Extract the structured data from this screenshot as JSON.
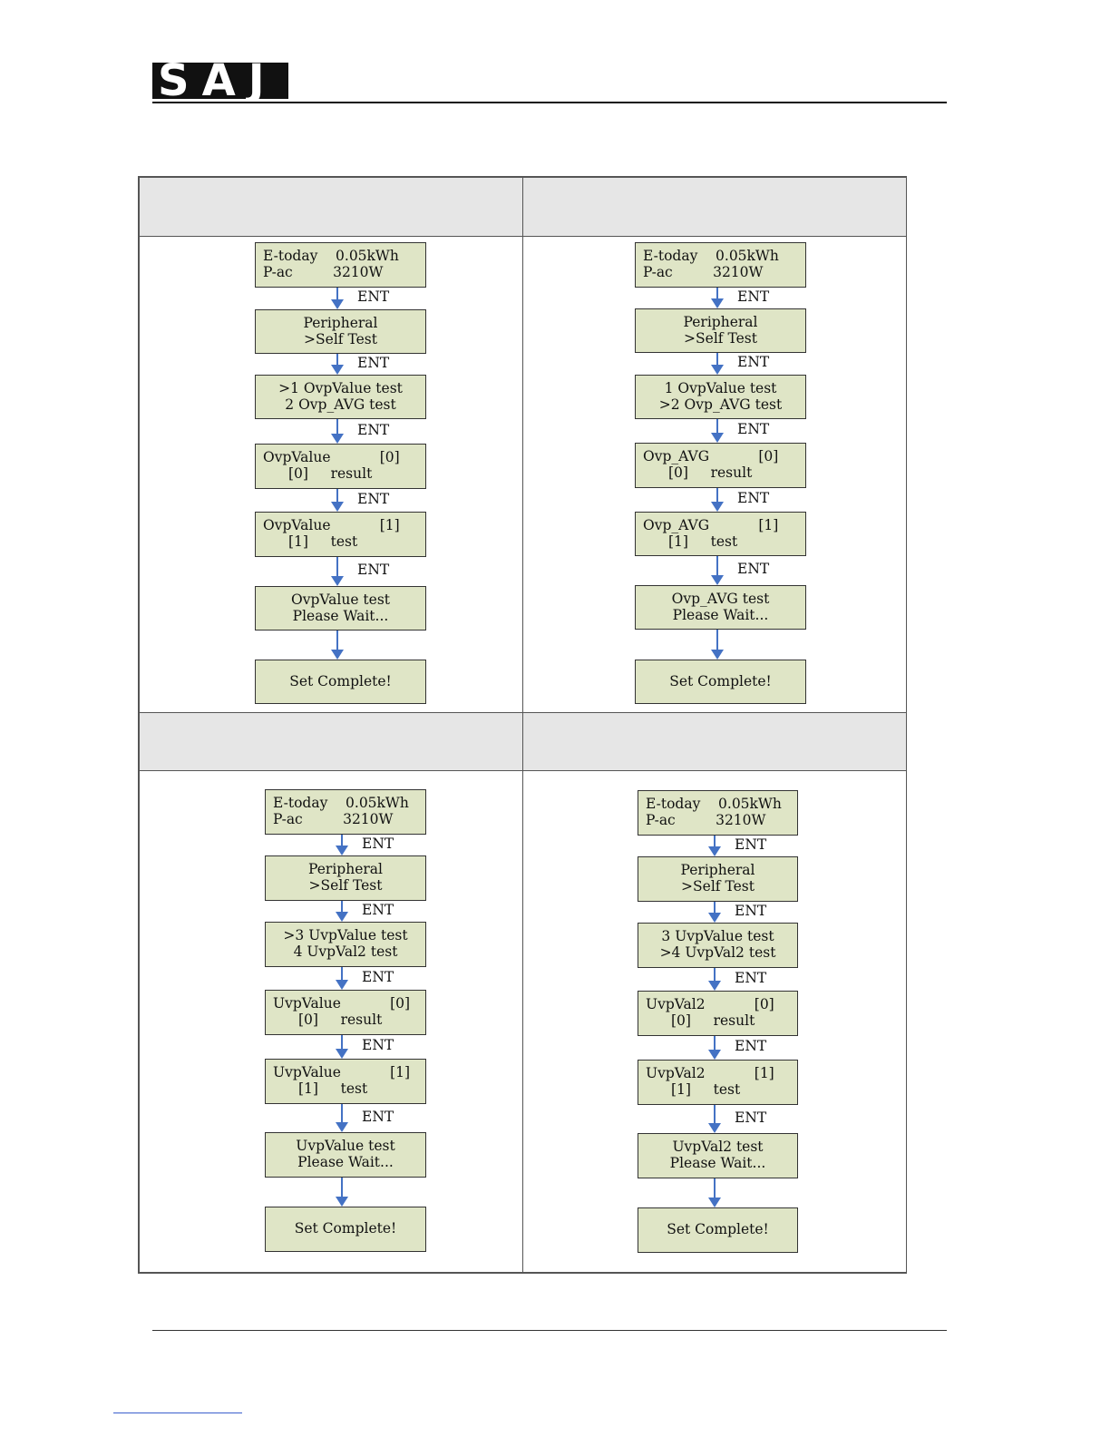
{
  "header": {
    "logo_text": "SAJ"
  },
  "flows": [
    {
      "boxes": [
        {
          "lines": [
            "E-today    0.05kWh",
            "P-ac         3210W"
          ]
        },
        {
          "lines": [
            "Peripheral",
            ">Self Test"
          ]
        },
        {
          "lines": [
            ">1 OvpValue test",
            "2 Ovp_AVG test"
          ]
        },
        {
          "lines": [
            "OvpValue           [0]",
            "[0]     result"
          ]
        },
        {
          "lines": [
            "OvpValue           [1]",
            "[1]     test"
          ]
        },
        {
          "lines": [
            "OvpValue test",
            "Please Wait..."
          ]
        },
        {
          "lines": [
            "Set Complete!"
          ]
        }
      ],
      "connectors": [
        "ENT",
        "ENT",
        "ENT",
        "ENT",
        "ENT",
        ""
      ]
    },
    {
      "boxes": [
        {
          "lines": [
            "E-today    0.05kWh",
            "P-ac         3210W"
          ]
        },
        {
          "lines": [
            "Peripheral",
            ">Self Test"
          ]
        },
        {
          "lines": [
            "1 OvpValue test",
            ">2 Ovp_AVG test"
          ]
        },
        {
          "lines": [
            "Ovp_AVG           [0]",
            "[0]     result"
          ]
        },
        {
          "lines": [
            "Ovp_AVG           [1]",
            "[1]     test"
          ]
        },
        {
          "lines": [
            "Ovp_AVG test",
            "Please Wait..."
          ]
        },
        {
          "lines": [
            "Set Complete!"
          ]
        }
      ],
      "connectors": [
        "ENT",
        "ENT",
        "ENT",
        "ENT",
        "ENT",
        ""
      ]
    },
    {
      "boxes": [
        {
          "lines": [
            "E-today    0.05kWh",
            "P-ac         3210W"
          ]
        },
        {
          "lines": [
            "Peripheral",
            ">Self Test"
          ]
        },
        {
          "lines": [
            ">3 UvpValue test",
            "4 UvpVal2 test"
          ]
        },
        {
          "lines": [
            "UvpValue           [0]",
            "[0]     result"
          ]
        },
        {
          "lines": [
            "UvpValue           [1]",
            "[1]     test"
          ]
        },
        {
          "lines": [
            "UvpValue test",
            "Please Wait..."
          ]
        },
        {
          "lines": [
            "Set Complete!"
          ]
        }
      ],
      "connectors": [
        "ENT",
        "ENT",
        "ENT",
        "ENT",
        "ENT",
        ""
      ]
    },
    {
      "boxes": [
        {
          "lines": [
            "E-today    0.05kWh",
            "P-ac         3210W"
          ]
        },
        {
          "lines": [
            "Peripheral",
            ">Self Test"
          ]
        },
        {
          "lines": [
            "3 UvpValue test",
            ">4 UvpVal2 test"
          ]
        },
        {
          "lines": [
            "UvpVal2           [0]",
            "[0]     result"
          ]
        },
        {
          "lines": [
            "UvpVal2           [1]",
            "[1]     test"
          ]
        },
        {
          "lines": [
            "UvpVal2 test",
            "Please Wait..."
          ]
        },
        {
          "lines": [
            "Set Complete!"
          ]
        }
      ],
      "connectors": [
        "ENT",
        "ENT",
        "ENT",
        "ENT",
        "ENT",
        ""
      ]
    }
  ]
}
